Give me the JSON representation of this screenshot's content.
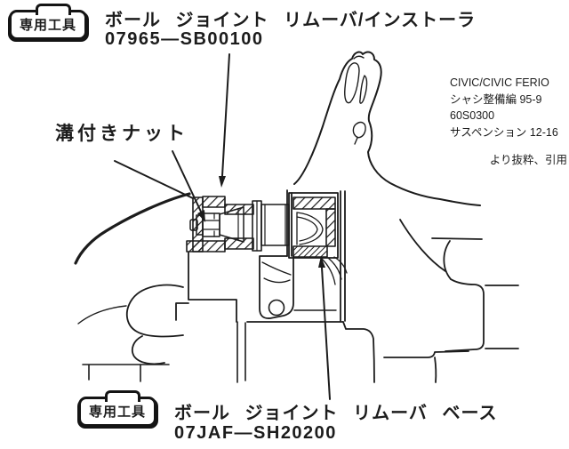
{
  "page": {
    "background": "#ffffff",
    "ink_color": "#1c1c1c"
  },
  "top_tool": {
    "badge_label": "専用工具",
    "name": "ボール ジョイント リムーバ/インストーラ",
    "part_number": "07965—SB00100"
  },
  "bottom_tool": {
    "badge_label": "専用工具",
    "name": "ボール ジョイント リムーバ ベース",
    "part_number": "07JAF—SH20200"
  },
  "callouts": {
    "slotted_nut": "溝付きナット"
  },
  "source_reference": {
    "lines": [
      "CIVIC/CIVIC FERIO",
      "シャシ整備編 95-9",
      "60S0300",
      "サスペンション 12-16"
    ],
    "citation": "より抜粋、引用"
  }
}
